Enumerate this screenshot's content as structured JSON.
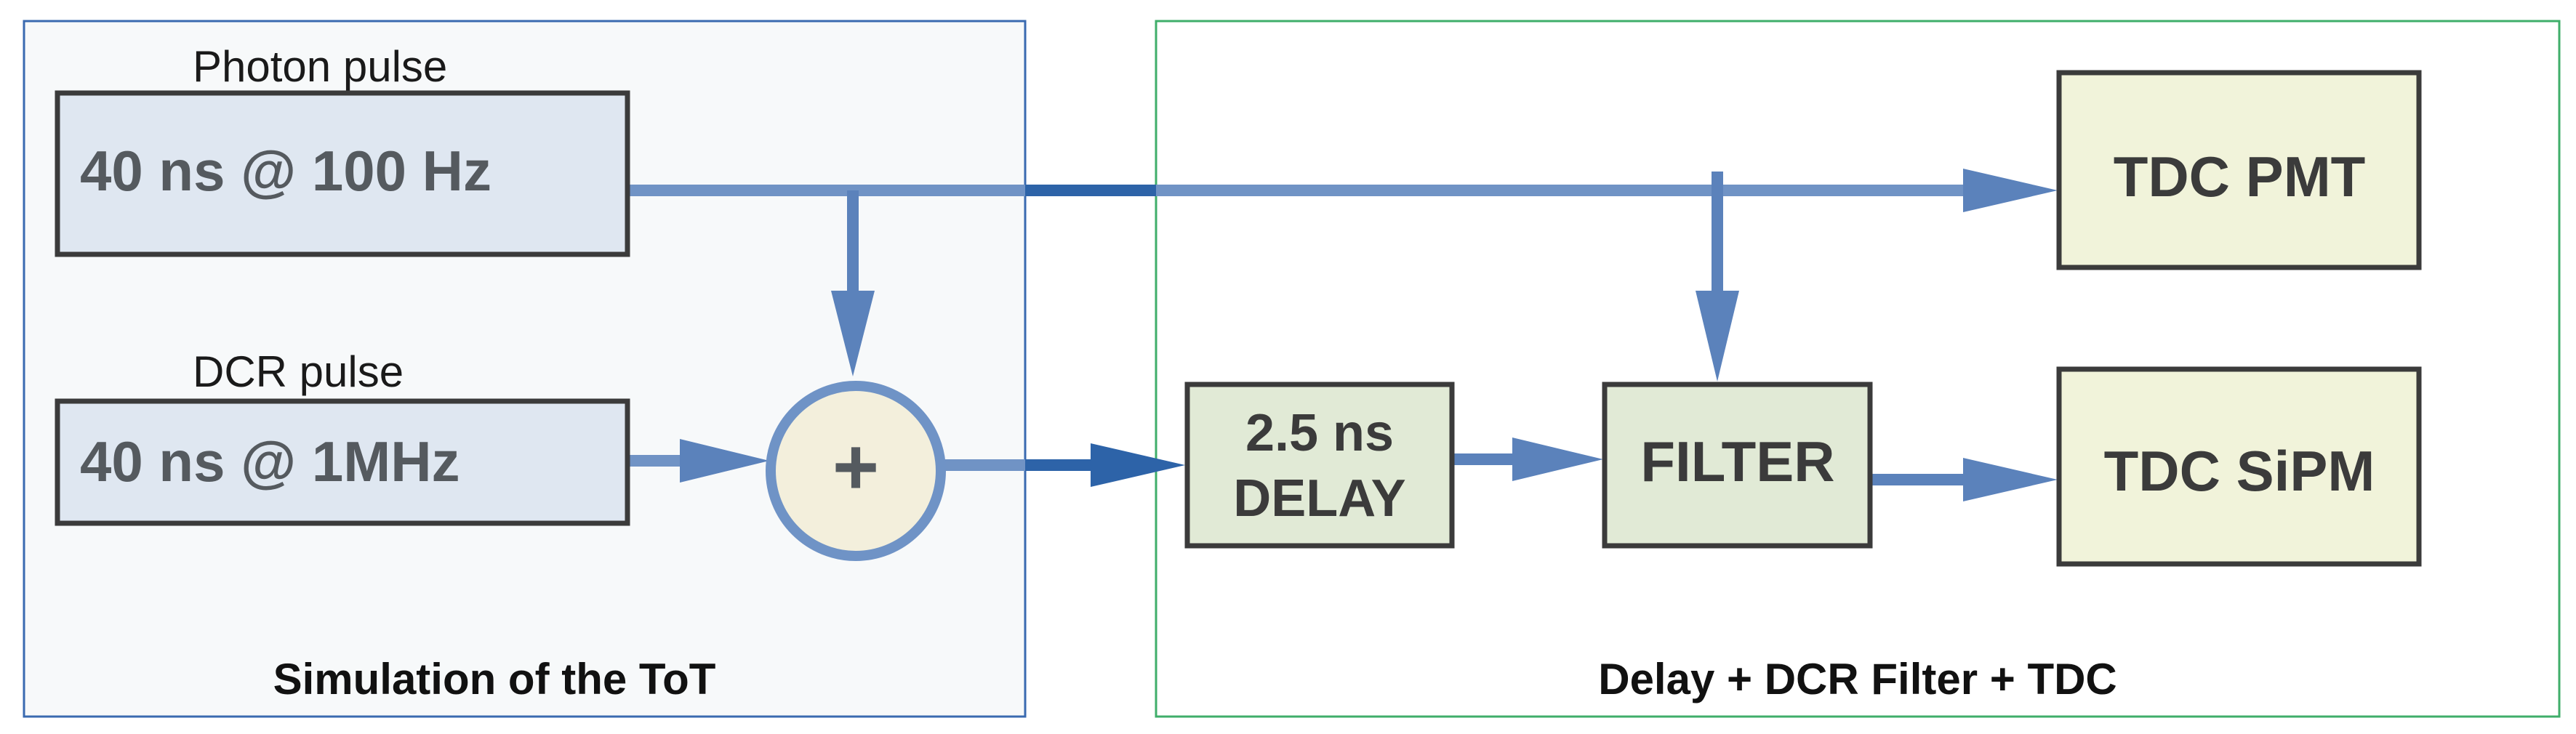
{
  "left_panel": {
    "caption": "Simulation of the ToT",
    "photon_label": "Photon pulse",
    "photon_box": "40 ns @ 100 Hz",
    "dcr_label": "DCR pulse",
    "dcr_box": "40 ns @ 1MHz",
    "adder_symbol": "+"
  },
  "right_panel": {
    "caption": "Delay + DCR Filter + TDC",
    "delay_line1": "2.5 ns",
    "delay_line2": "DELAY",
    "filter": "FILTER",
    "tdc_pmt": "TDC PMT",
    "tdc_sipm": "TDC SiPM"
  },
  "colors": {
    "left_panel_bg": "#f7f9fa",
    "left_panel_border": "#3a6ab0",
    "right_panel_bg": "#ffffff",
    "right_panel_border": "#3fae6a",
    "input_box_fill": "#dfe7f1",
    "adder_fill": "#f3efdc",
    "adder_stroke": "#6f93c6",
    "process_box_fill": "#e1ead6",
    "tdc_box_fill": "#f1f3da",
    "box_border": "#3b3b3b",
    "wire": "#7093c5",
    "wire_dark": "#2d63a8",
    "arrow": "#5b82bb",
    "text": "#3b3b3b"
  }
}
